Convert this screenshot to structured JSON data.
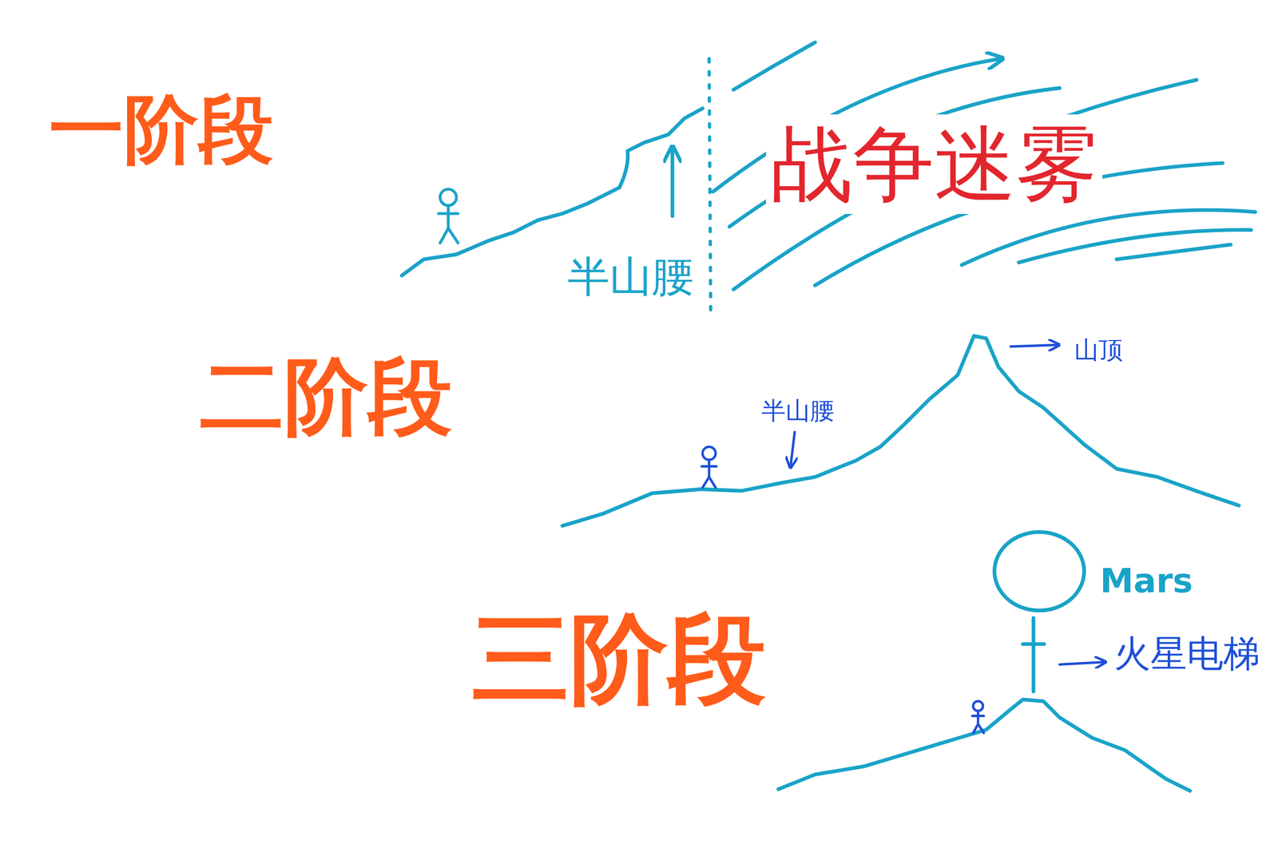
{
  "diagram": {
    "nodes": [
      {
        "text": [
          "Mars"
        ]
      }
    ],
    "labels": [
      "一阶段",
      "战争迷雾",
      "半山腰",
      "二阶段",
      "半山腰",
      "山顶",
      "三阶段",
      "火星电梯"
    ]
  }
}
